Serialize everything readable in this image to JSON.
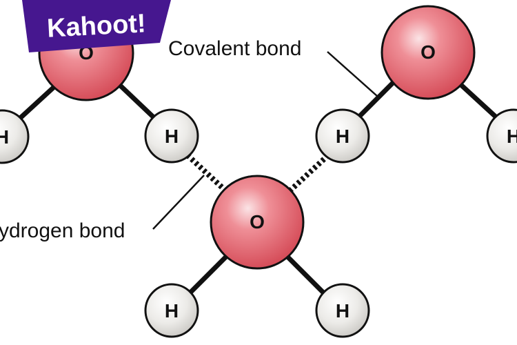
{
  "logo": {
    "text": "Kahoot!",
    "color": "#46178f"
  },
  "labels": {
    "covalent": "Covalent bond",
    "hydrogen": "ydrogen bond"
  },
  "atoms": {
    "oxygen": "O",
    "hydrogen": "H"
  },
  "colors": {
    "oxygen_fill": "#e0606a",
    "hydrogen_fill": "#e8e6e3",
    "bond": "#111111"
  }
}
